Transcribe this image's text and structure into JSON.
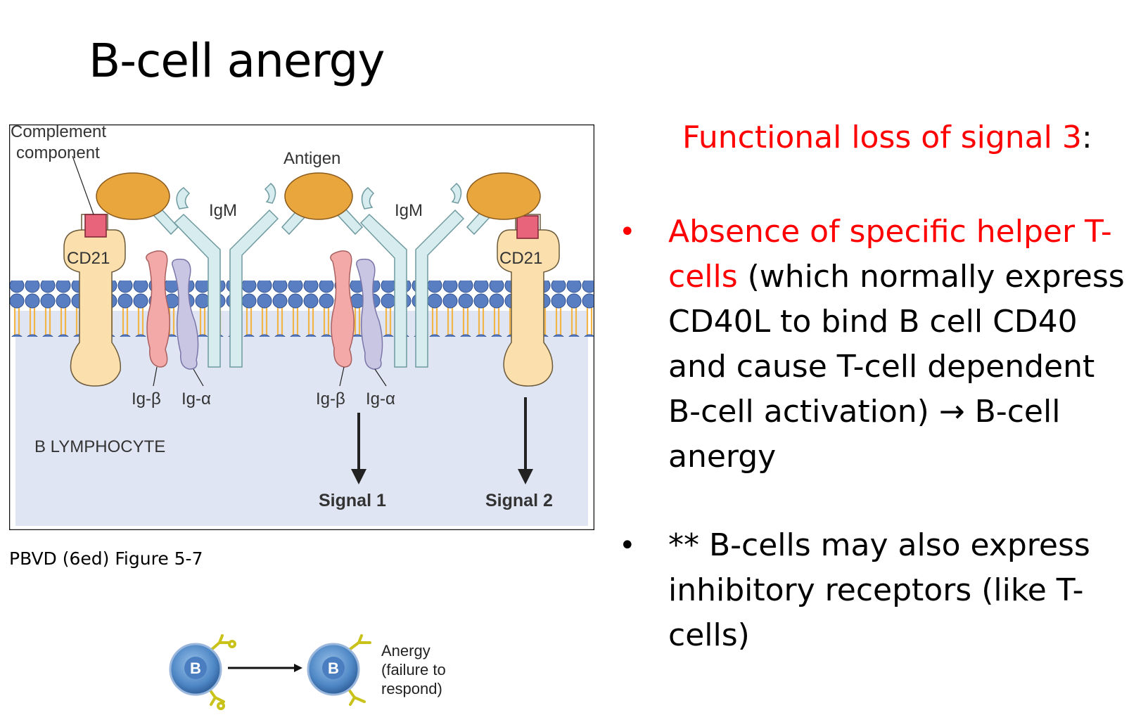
{
  "slide": {
    "title": "B-cell anergy",
    "caption": "PBVD (6ed) Figure 5-7"
  },
  "figure": {
    "labels": {
      "complement_line1": "Complement",
      "complement_line2": "component",
      "antigen": "Antigen",
      "igm_left": "IgM",
      "igm_right": "IgM",
      "cd21_left": "CD21",
      "cd21_right": "CD21",
      "ig_beta_left": "Ig-β",
      "ig_alpha_left": "Ig-α",
      "ig_beta_right": "Ig-β",
      "ig_alpha_right": "Ig-α",
      "b_lymphocyte": "B LYMPHOCYTE",
      "signal1": "Signal 1",
      "signal2": "Signal 2"
    },
    "colors": {
      "cytoplasm": "#e0e5f3",
      "lipid_head": "#5a7ec2",
      "lipid_tail": "#f2b548",
      "antigen": "#e9a63c",
      "cd21": "#fbe0ad",
      "complement": "#e8647a",
      "igm": "#d6ecee",
      "ig_beta": "#f3a9a8",
      "ig_alpha": "#c9c6e4"
    }
  },
  "heading": {
    "text": "Functional loss of signal 3",
    "suffix": ":"
  },
  "bullets": [
    {
      "marker": "•",
      "red": "Absence of specific helper T-cells",
      "rest": " (which normally express CD40L to bind B cell CD40 and cause T-cell dependent B-cell activation) → B-cell anergy"
    },
    {
      "marker": "•",
      "red": "",
      "rest": "** B-cells may also express inhibitory receptors  (like T-cells)"
    }
  ],
  "anergy_diagram": {
    "cell_label_1": "B",
    "cell_label_2": "B",
    "text_line1": "Anergy",
    "text_line2": "(failure to",
    "text_line3": "respond)"
  }
}
